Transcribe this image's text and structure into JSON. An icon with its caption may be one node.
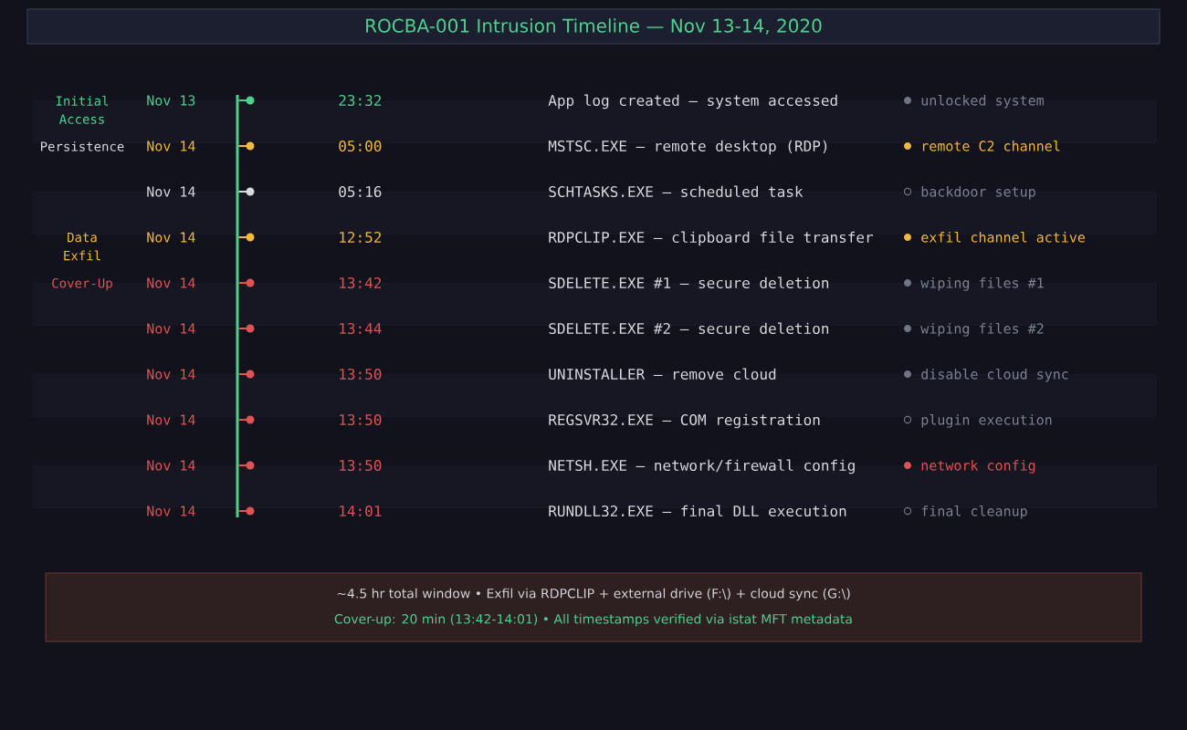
{
  "diagram": {
    "title": "ROCBA-001 Intrusion Timeline — Nov 13-14, 2020",
    "nodes": [
      {
        "text": [
          "~4.5 hr total window • Exfil via RDPCLIP + external drive (F:\\) + cloud sync (G:\\)",
          "Cover-up: 20 min (13:42-14:01) • All timestamps verified via istat MFT metadata"
        ]
      }
    ],
    "labels": [
      "Initial Access",
      "Nov 13",
      "23:32",
      "App log created — system accessed",
      "unlocked system",
      "Persistence",
      "Nov 14",
      "05:00",
      "MSTSC.EXE — remote desktop (RDP)",
      "remote C2 channel",
      "Nov 14",
      "05:16",
      "SCHTASKS.EXE — scheduled task",
      "backdoor setup",
      "Data Exfil",
      "Nov 14",
      "12:52",
      "RDPCLIP.EXE — clipboard file transfer",
      "exfil channel active",
      "Cover-Up",
      "Nov 14",
      "13:42",
      "SDELETE.EXE #1 — secure deletion",
      "wiping files #1",
      "Nov 14",
      "13:44",
      "SDELETE.EXE #2 — secure deletion",
      "wiping files #2",
      "Nov 14",
      "13:50",
      "UNINSTALLER — remove cloud",
      "disable cloud sync",
      "Nov 14",
      "13:50",
      "REGSVR32.EXE — COM registration",
      "plugin execution",
      "Nov 14",
      "13:50",
      "NETSH.EXE — network/firewall config",
      "network config",
      "Nov 14",
      "14:01",
      "RUNDLL32.EXE — final DLL execution",
      "final cleanup"
    ]
  }
}
